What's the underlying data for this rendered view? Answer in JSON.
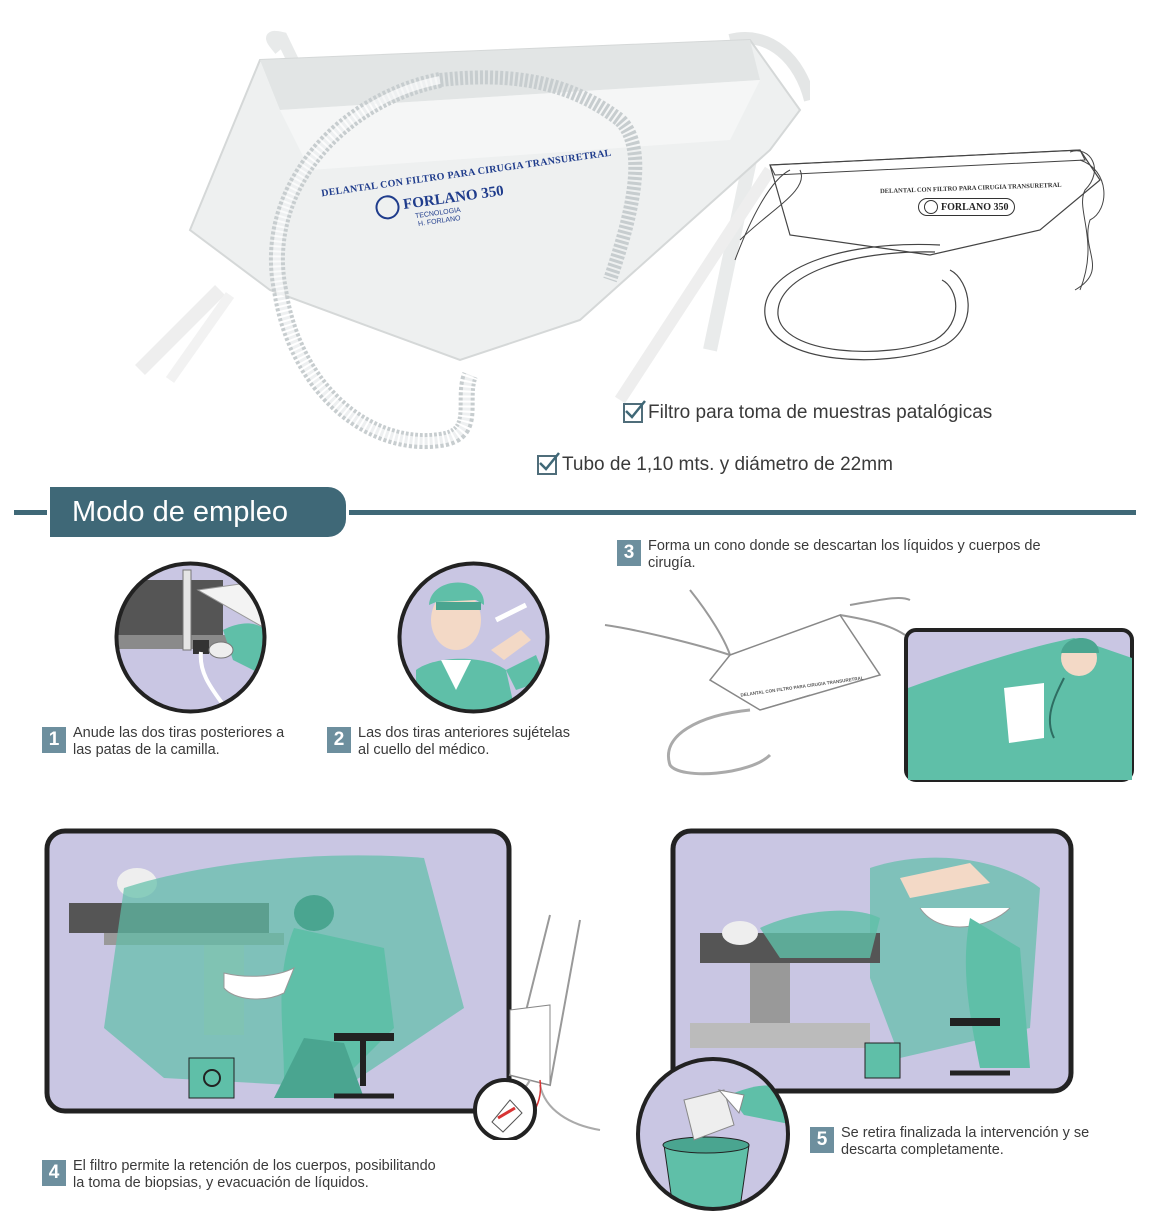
{
  "product": {
    "apron_label_line": "DELANTAL CON FILTRO PARA CIRUGIA TRANSURETRAL",
    "brand": "FORLANO 350",
    "maker_line1": "TECNOLOGIA",
    "maker_line2": "H. FORLANO"
  },
  "features": [
    {
      "text": "Filtro para toma de muestras patalógicas"
    },
    {
      "text": "Tubo de 1,10 mts. y diámetro de 22mm"
    }
  ],
  "section": {
    "title": "Modo de empleo"
  },
  "steps": [
    {
      "number": "1",
      "text": "Anude las dos tiras posteriores a\nlas patas de la camilla."
    },
    {
      "number": "2",
      "text": "Las dos tiras anteriores sujételas\nal cuello del médico."
    },
    {
      "number": "3",
      "text": "Forma un cono donde se descartan los líquidos y cuerpos de\ncirugía."
    },
    {
      "number": "4",
      "text": "El filtro permite la retención de los cuerpos, posibilitando\nla toma de biopsias, y evacuación de líquidos."
    },
    {
      "number": "5",
      "text": "Se retira finalizada la intervención y se\ndescarta completamente."
    }
  ],
  "colors": {
    "accent": "#3f6877",
    "step_badge": "#6d8f9e",
    "illustration_bg": "#c9c6e3",
    "surgical_green": "#5fbfa8",
    "brand_blue": "#1f3c8c"
  }
}
